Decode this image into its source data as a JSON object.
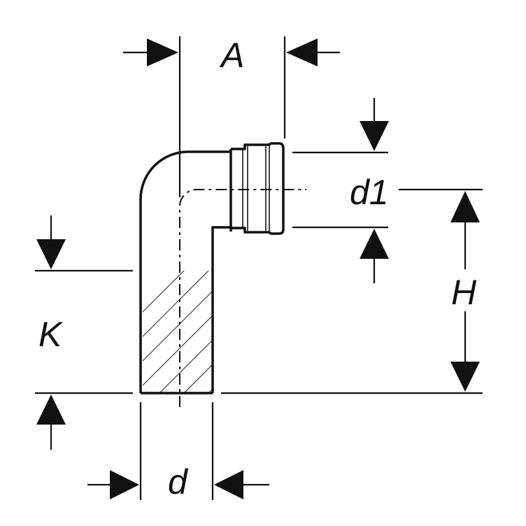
{
  "labels": {
    "A": "A",
    "d1": "d1",
    "H": "H",
    "K": "K",
    "d": "d"
  },
  "colors": {
    "line": "#111111",
    "background": "#ffffff"
  }
}
